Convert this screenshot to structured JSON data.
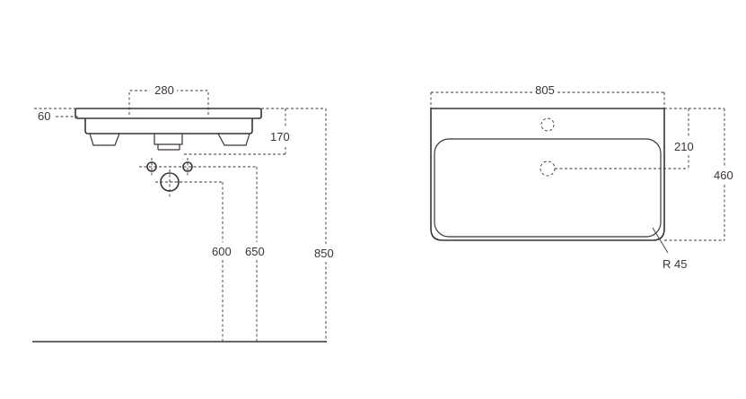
{
  "side_view": {
    "dims": {
      "tap_spacing": "280",
      "rim_thickness": "60",
      "basin_depth": "170",
      "inlet_height": "600",
      "outlet_height": "650",
      "rim_height": "850"
    }
  },
  "top_view": {
    "dims": {
      "width": "805",
      "drain_offset": "210",
      "depth": "460",
      "corner_radius": "R 45"
    }
  },
  "colors": {
    "line": "#3a3432",
    "background": "#ffffff"
  }
}
